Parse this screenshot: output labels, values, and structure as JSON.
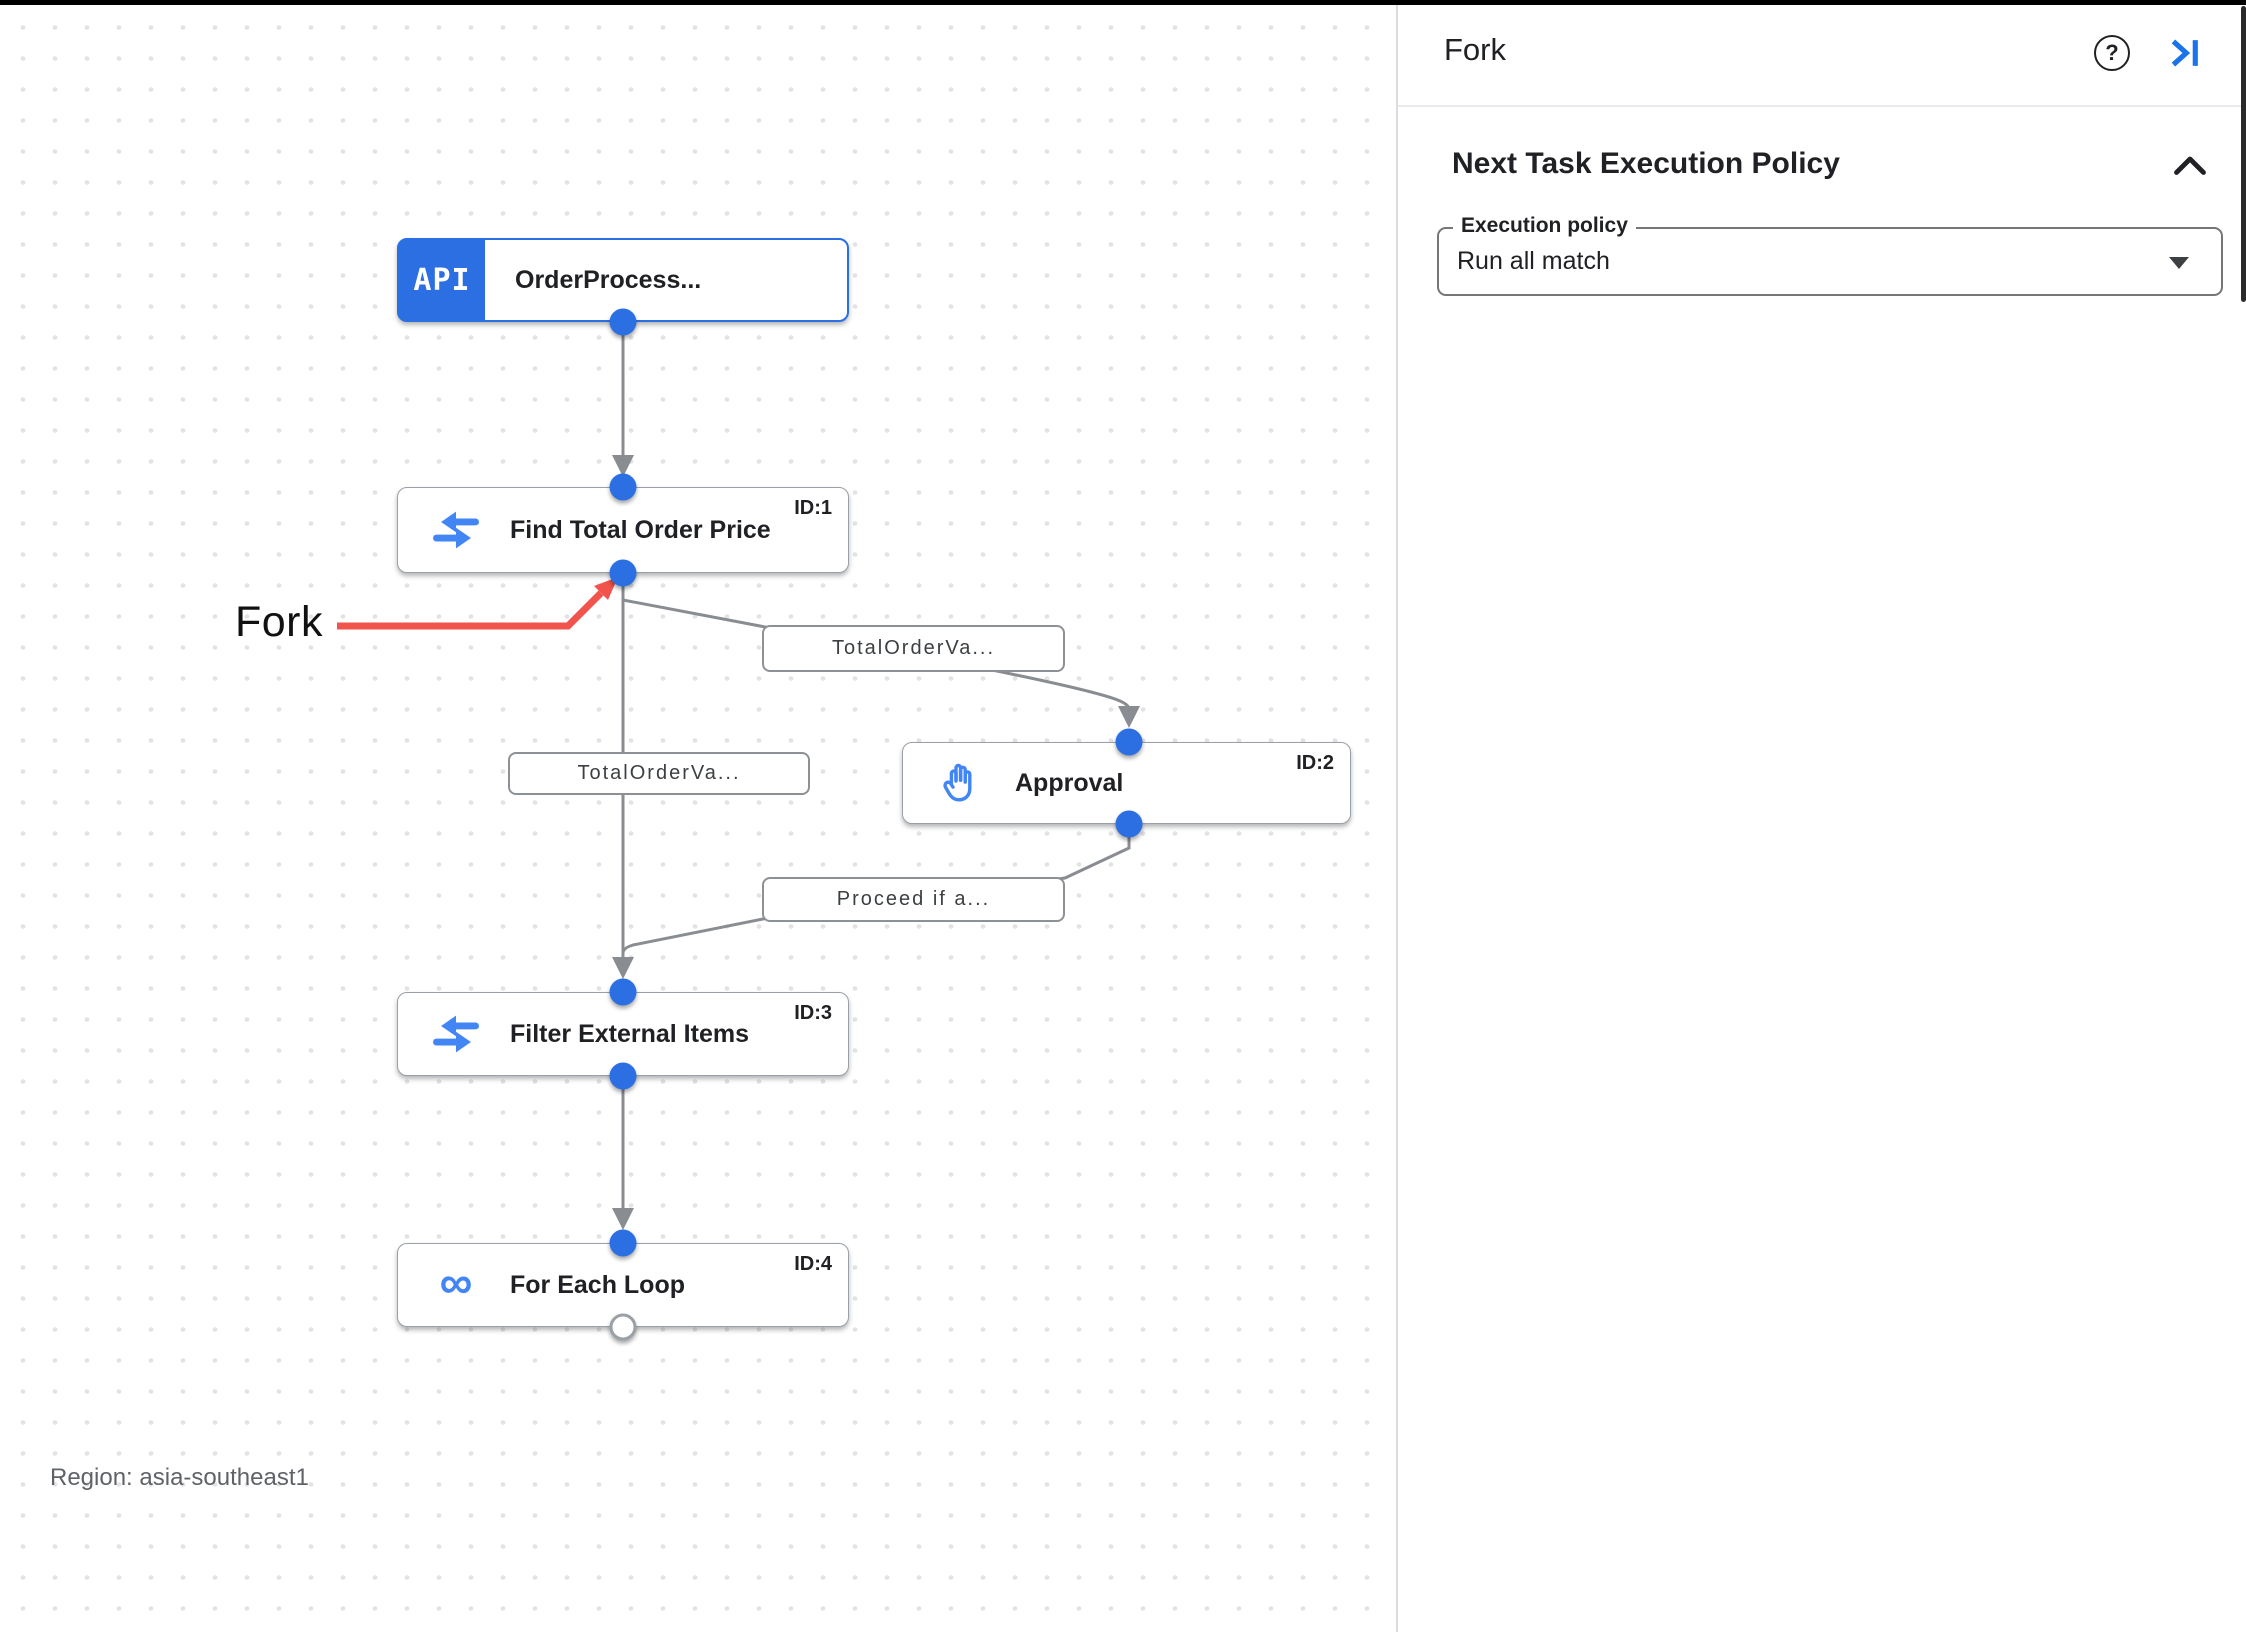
{
  "panel": {
    "title": "Fork",
    "section": {
      "title": "Next Task Execution Policy"
    },
    "execution_policy": {
      "label": "Execution policy",
      "value": "Run all match"
    }
  },
  "canvas": {
    "region": "Region: asia-southeast1",
    "annotation": "Fork",
    "trigger": {
      "badge": "API",
      "title": "OrderProcess..."
    },
    "tasks": [
      {
        "id": "ID:1",
        "title": "Find Total Order Price",
        "icon": "data-mapping-icon"
      },
      {
        "id": "ID:2",
        "title": "Approval",
        "icon": "approval-hand-icon"
      },
      {
        "id": "ID:3",
        "title": "Filter External Items",
        "icon": "data-mapping-icon"
      },
      {
        "id": "ID:4",
        "title": "For Each Loop",
        "icon": "for-each-loop-icon"
      }
    ],
    "edge_labels": {
      "fork_right": "TotalOrderVa...",
      "fork_down": "TotalOrderVa...",
      "approval_out": "Proceed if a..."
    },
    "loop_glyph": "∞"
  },
  "colors": {
    "accent_blue": "#1a73e8",
    "port_blue": "#2b6fe3",
    "icon_blue": "#4285f4",
    "edge_gray": "#898d92",
    "annotation_red": "#f0544c"
  }
}
